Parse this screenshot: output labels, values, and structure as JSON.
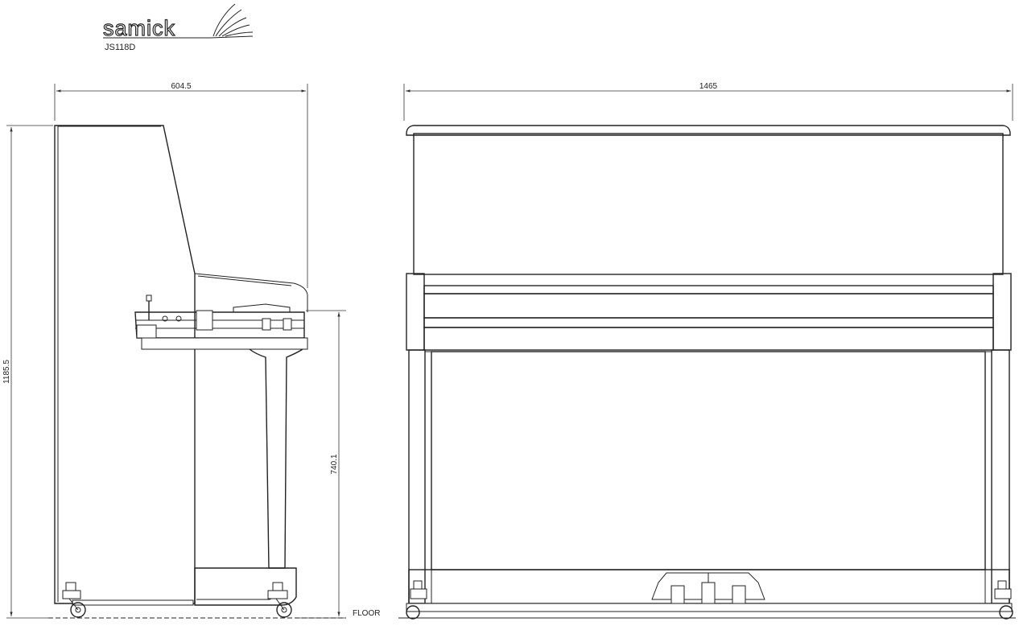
{
  "brand": {
    "name": "samick",
    "model": "JS118D"
  },
  "dimensions": {
    "depth": "604.5",
    "height": "1185.5",
    "keyboard_height": "740.1",
    "width": "1465"
  },
  "labels": {
    "floor": "FLOOR"
  },
  "icons": {
    "logo": "fan-feather-icon",
    "caster": "caster-wheel-icon"
  }
}
